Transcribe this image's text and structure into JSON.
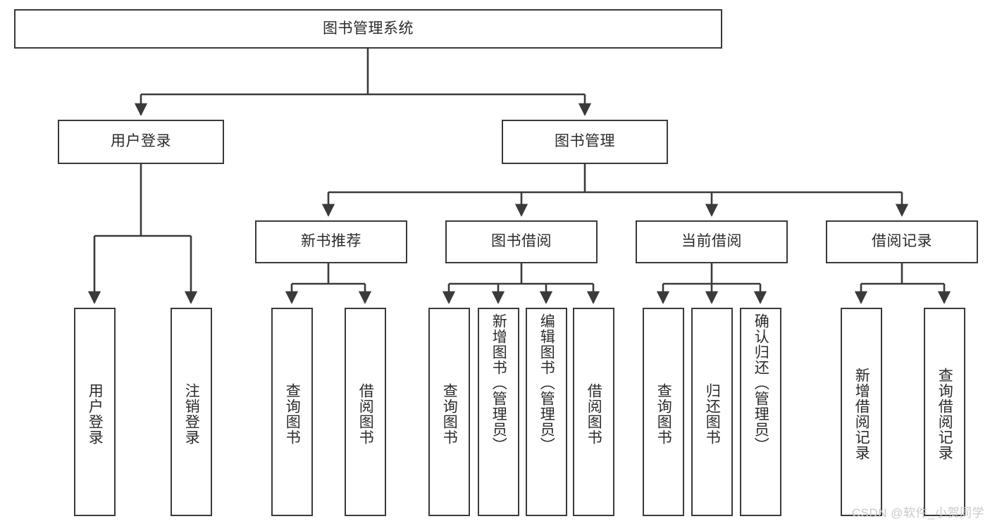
{
  "diagram": {
    "title": "图书管理系统",
    "watermark": "CSDN @软件_小贺同学",
    "line_color": "#3a3a3a",
    "text_color": "#2b2b2b",
    "background": "#ffffff",
    "nodes": {
      "root": "图书管理系统",
      "user_login": "用户登录",
      "book_manage": "图书管理",
      "new_book_rec": "新书推荐",
      "book_borrow": "图书借阅",
      "current_borrow": "当前借阅",
      "borrow_record": "借阅记录",
      "leaf_user_login": "用户登录",
      "leaf_user_logout": "注销登录",
      "leaf_rec_query": "查询图书",
      "leaf_rec_borrow": "借阅图书",
      "leaf_borrow_query": "查询图书",
      "leaf_borrow_add": "新增图书（管理员）",
      "leaf_borrow_edit": "编辑图书（管理员）",
      "leaf_borrow_lend": "借阅图书",
      "leaf_cur_query": "查询图书",
      "leaf_cur_return": "归还图书",
      "leaf_cur_confirm": "确认归还（管理员）",
      "leaf_rec_add": "新增借阅记录",
      "leaf_rec_search": "查询借阅记录"
    }
  }
}
